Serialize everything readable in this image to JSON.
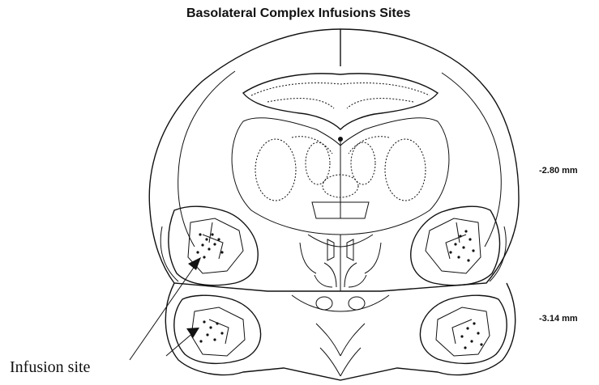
{
  "figure": {
    "title": "Basolateral Complex Infusions Sites",
    "levels": [
      {
        "label": "-2.80 mm"
      },
      {
        "label": "-3.14 mm"
      }
    ],
    "annotation": "Infusion site"
  }
}
